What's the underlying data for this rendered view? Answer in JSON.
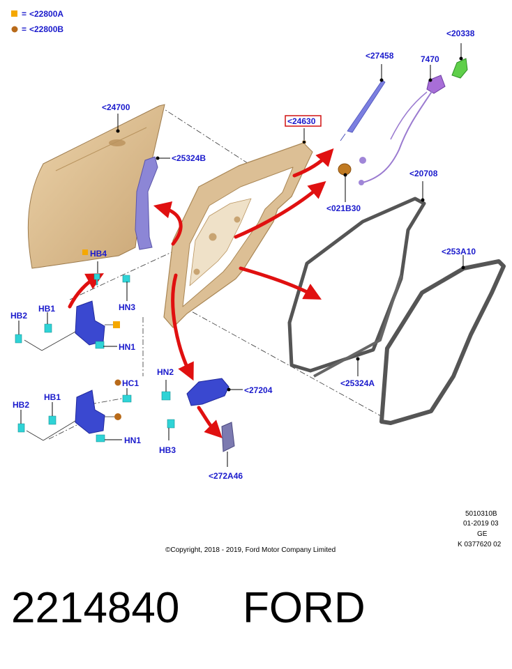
{
  "legend": [
    {
      "eq": "=",
      "ref": "<22800A",
      "shape": "square",
      "color": "#f5a800"
    },
    {
      "eq": "=",
      "ref": "<22800B",
      "shape": "circle",
      "color": "#b86a1a"
    }
  ],
  "callouts": {
    "c24700": "<24700",
    "c25324B": "<25324B",
    "c24630": "<24630",
    "c27458": "<27458",
    "c7470": "7470",
    "c20338": "<20338",
    "c021B30": "<021B30",
    "c20708": "<20708",
    "c253A10": "<253A10",
    "c25324A": "<25324A",
    "c27204": "<27204",
    "c272A46": "<272A46",
    "hb4": "HB4",
    "hn3_top": "HN3",
    "hb1_top": "HB1",
    "hb2_top": "HB2",
    "hn1_top": "HN1",
    "hc1": "HC1",
    "hb1_bot": "HB1",
    "hb2_bot": "HB2",
    "hn1_bot": "HN1",
    "hn2": "HN2",
    "hb3": "HB3"
  },
  "meta": {
    "code": "5010310B",
    "date": "01-2019 03",
    "region": "GE",
    "ref": "K 0377620 02",
    "copyright": "©Copyright, 2018 - 2019, Ford Motor Company Limited"
  },
  "footer": {
    "part_number": "2214840",
    "brand": "FORD"
  },
  "colors": {
    "label_blue": "#1a1acc",
    "arrow_red": "#e01010",
    "panel_tan": "#d9b98c",
    "frame_tan": "#dcbf95",
    "bracket_purple": "#8c86d6",
    "hinge_blue": "#3a48d0",
    "fastener_cyan": "#2fd3d6",
    "seal_gray": "#555555",
    "latch_green": "#5fcf4a",
    "handle_violet": "#a86ed8",
    "grommet_orange": "#c07a22"
  }
}
